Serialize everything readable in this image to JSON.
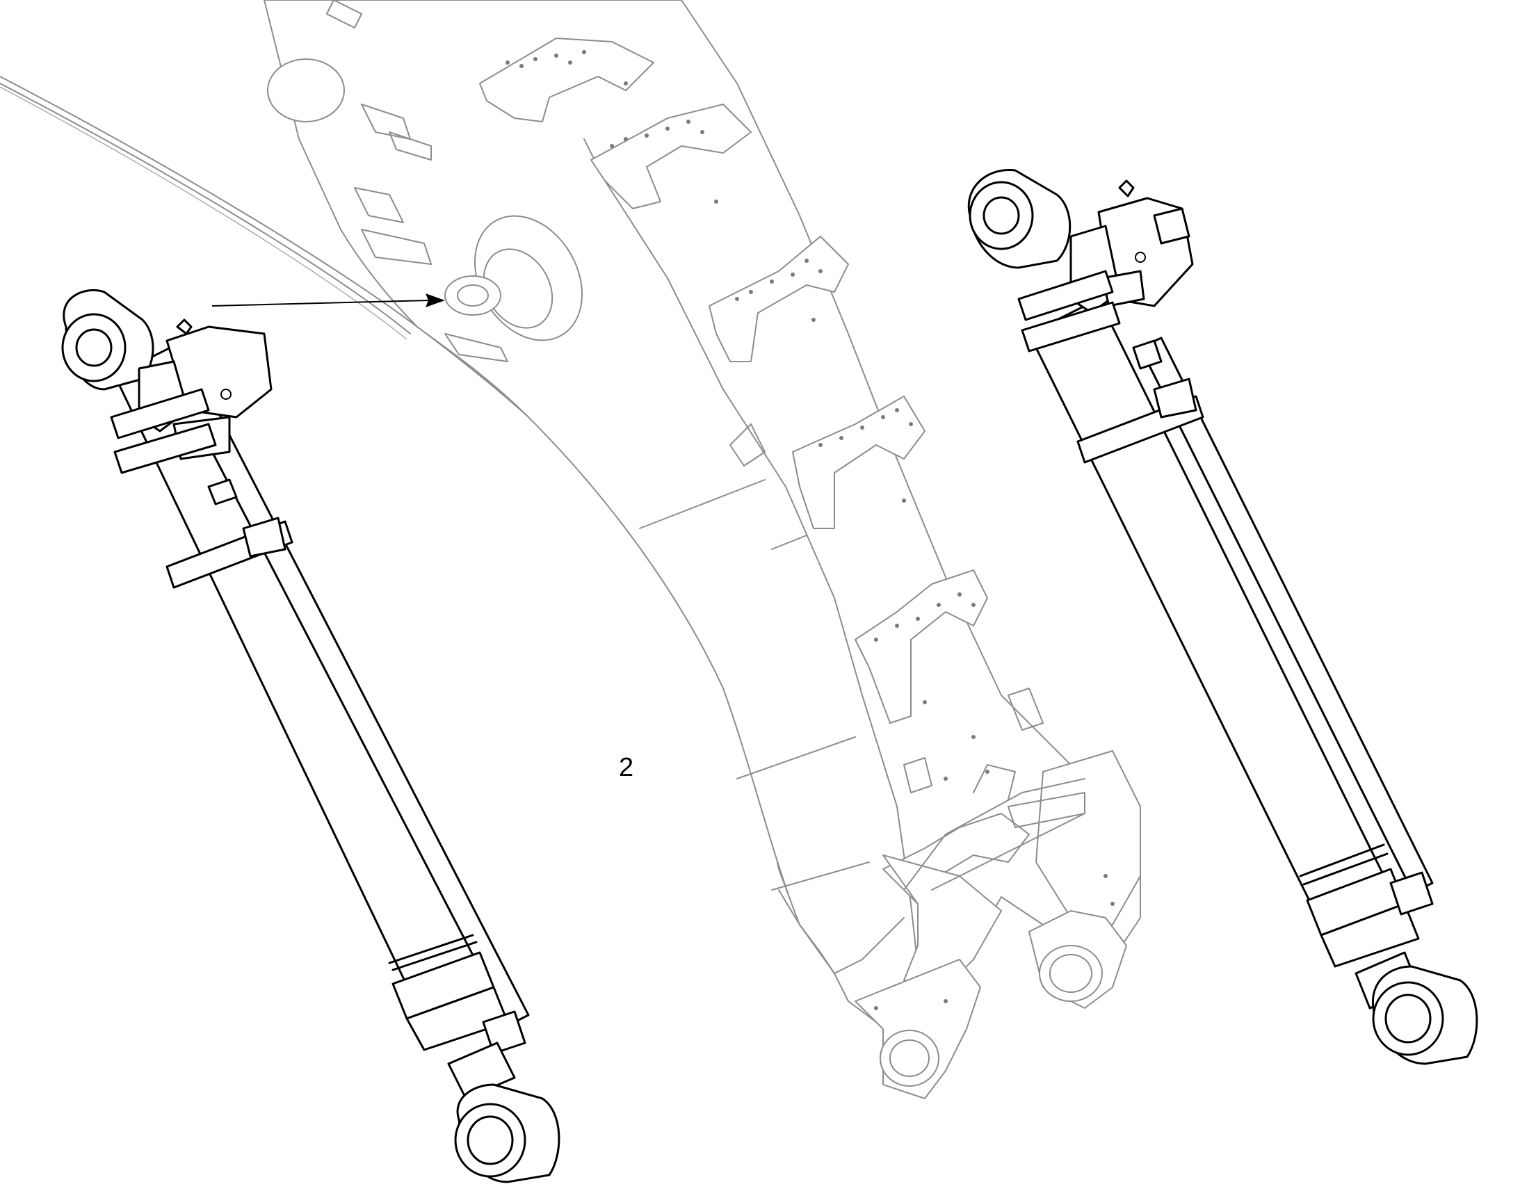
{
  "diagram": {
    "callouts": [
      {
        "label": "2"
      }
    ]
  },
  "colors": {
    "line_main": "#000000",
    "line_ghost": "#8c8c8c",
    "background": "#ffffff"
  },
  "parts": [
    "boom-structure",
    "hydraulic-cylinder-left",
    "hydraulic-cylinder-right",
    "leader-arrow"
  ]
}
